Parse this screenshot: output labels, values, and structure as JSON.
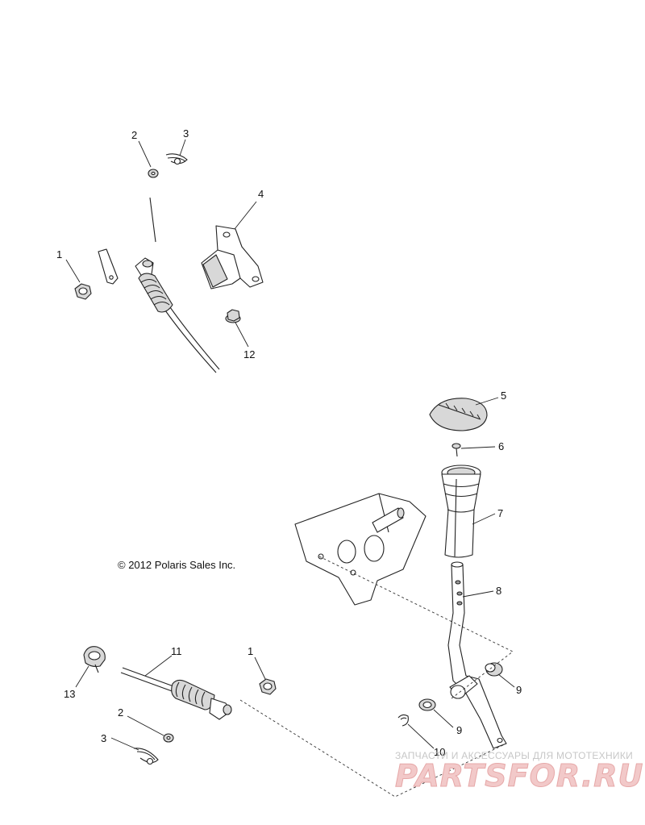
{
  "copyright": "© 2012 Polaris Sales Inc.",
  "watermark": {
    "tagline": "ЗАПЧАСТИ И АКСЕССУАРЫ ДЛЯ МОТОТЕХНИКИ",
    "logo_text": "PARTSFOR.RU"
  },
  "callouts": [
    {
      "id": "c1a",
      "label": "1"
    },
    {
      "id": "c2a",
      "label": "2"
    },
    {
      "id": "c3a",
      "label": "3"
    },
    {
      "id": "c4",
      "label": "4"
    },
    {
      "id": "c12",
      "label": "12"
    },
    {
      "id": "c5",
      "label": "5"
    },
    {
      "id": "c6",
      "label": "6"
    },
    {
      "id": "c7",
      "label": "7"
    },
    {
      "id": "c8",
      "label": "8"
    },
    {
      "id": "c9a",
      "label": "9"
    },
    {
      "id": "c9b",
      "label": "9"
    },
    {
      "id": "c10",
      "label": "10"
    },
    {
      "id": "c11",
      "label": "11"
    },
    {
      "id": "c1b",
      "label": "1"
    },
    {
      "id": "c13",
      "label": "13"
    },
    {
      "id": "c2b",
      "label": "2"
    },
    {
      "id": "c3b",
      "label": "3"
    }
  ]
}
